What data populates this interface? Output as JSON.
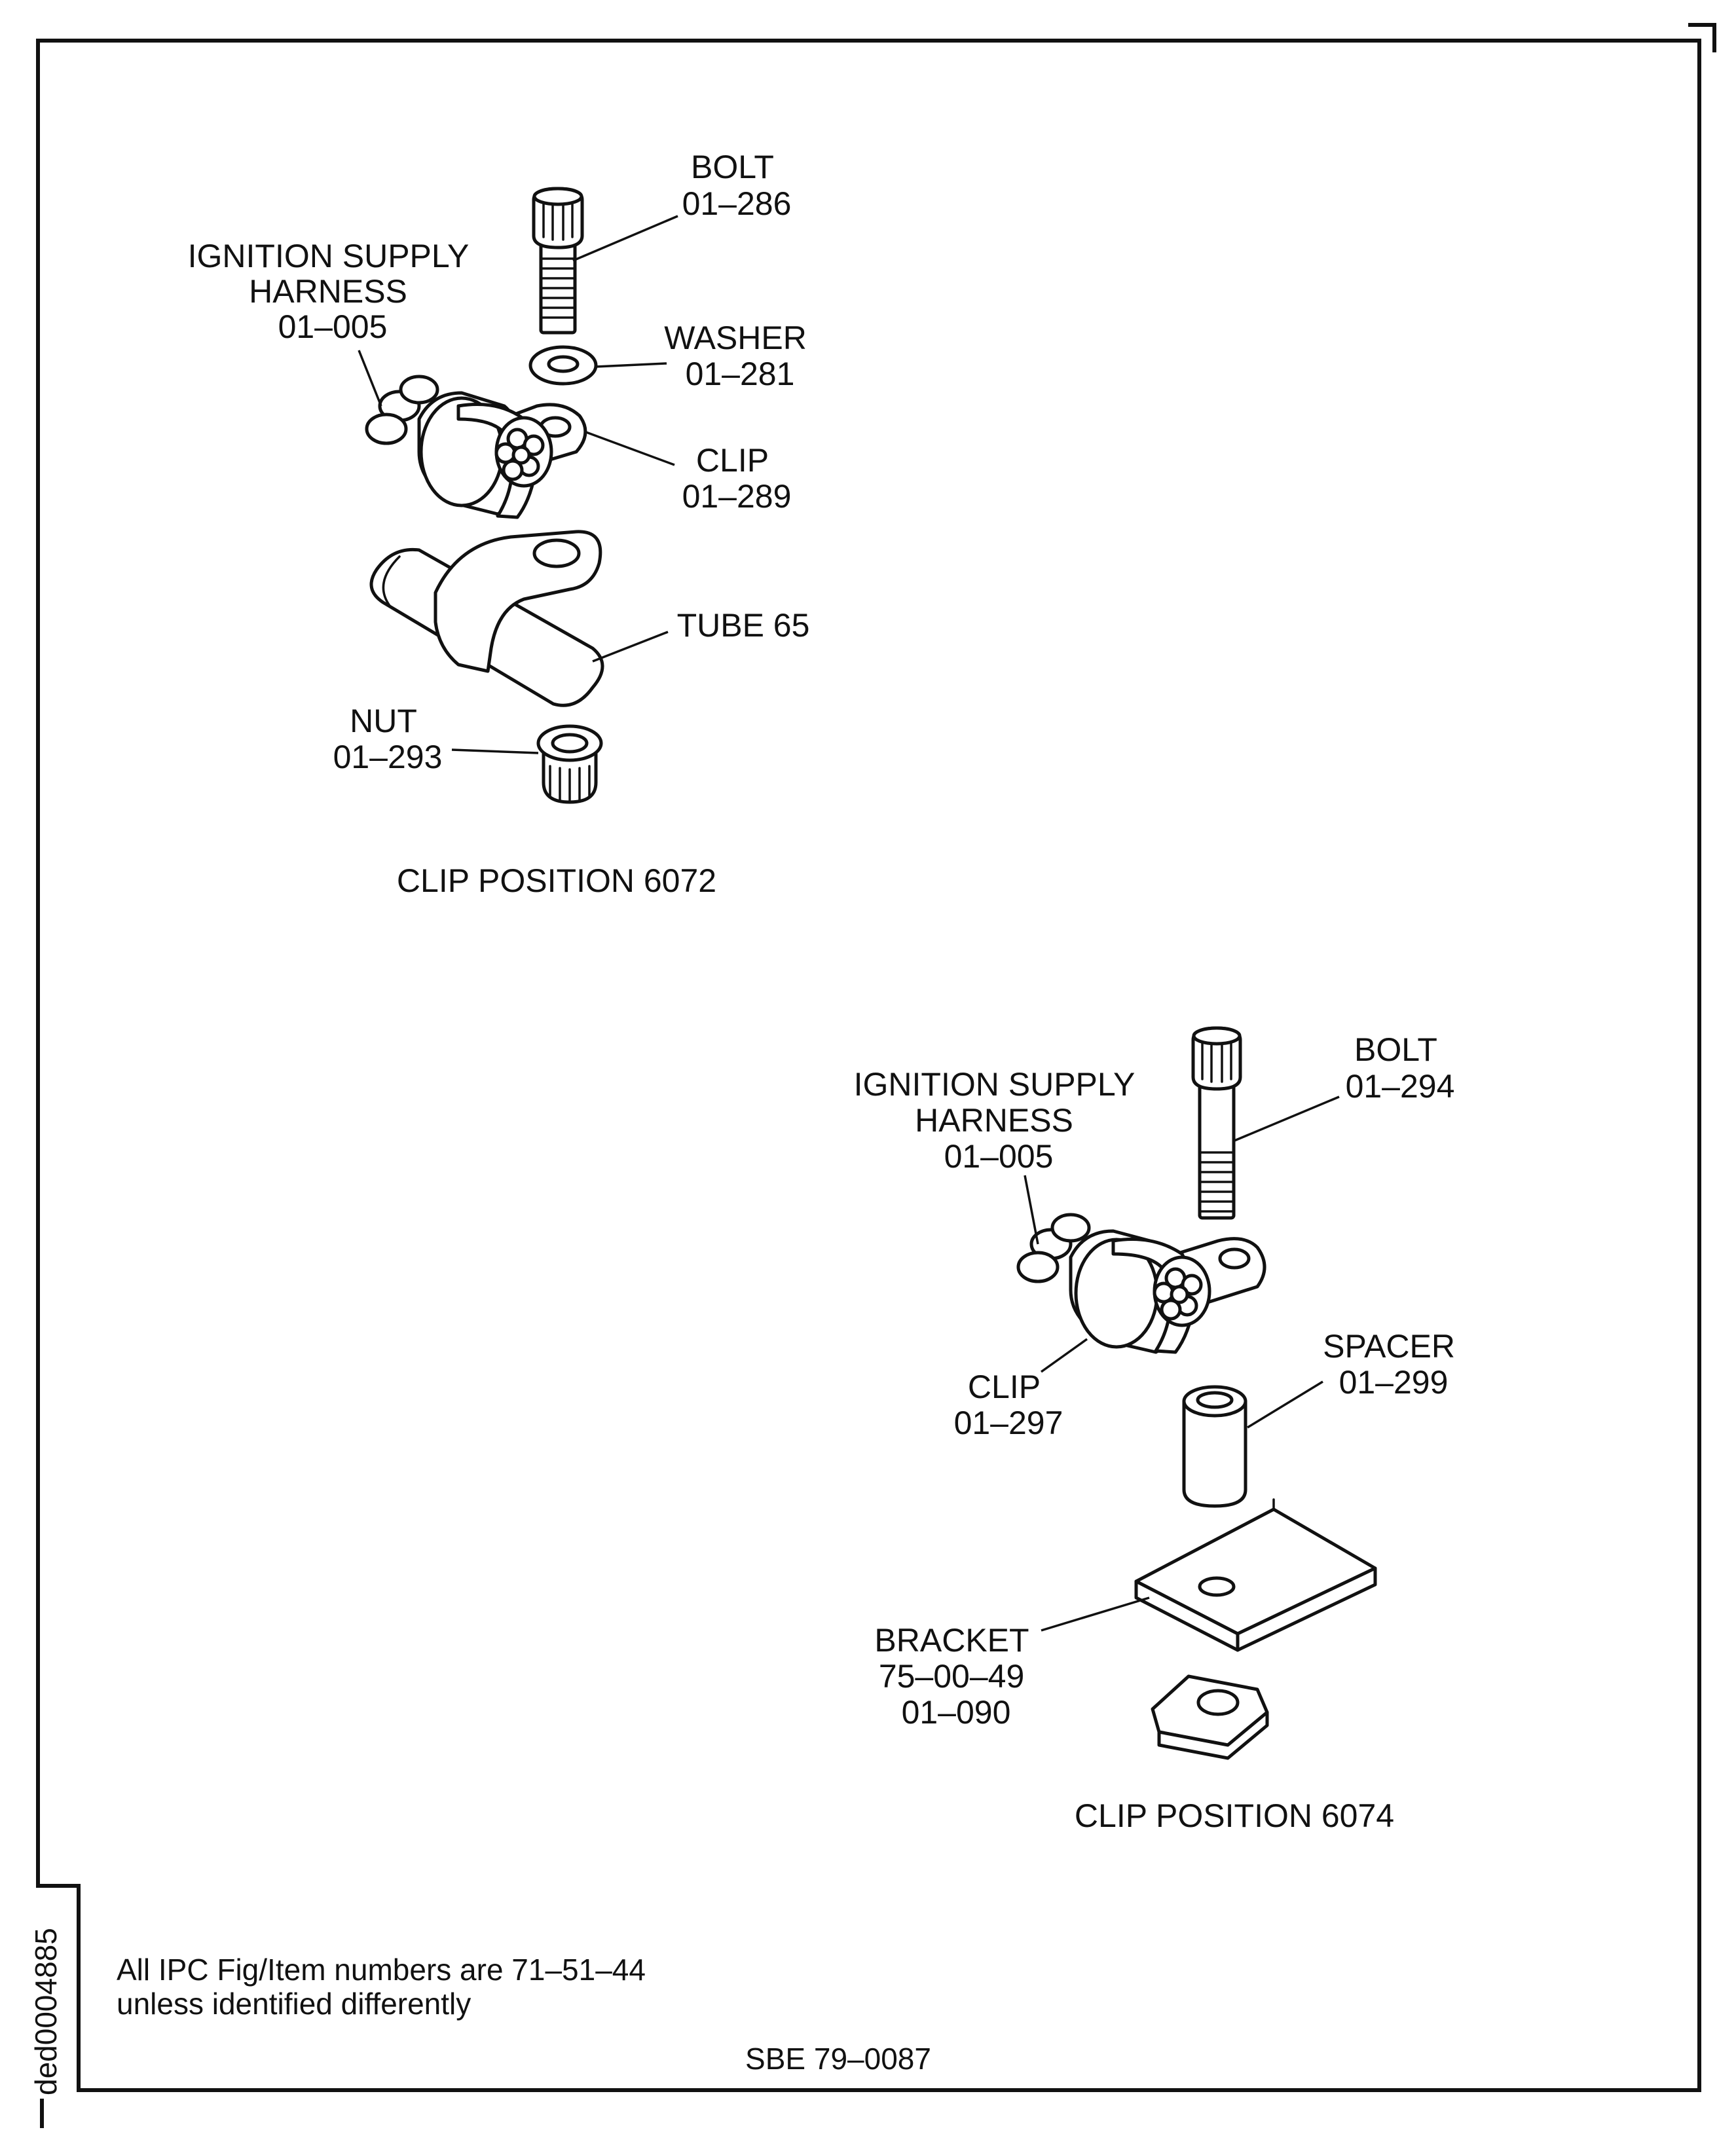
{
  "figure_id": "ded0004885",
  "views": [
    {
      "caption": "CLIP POSITION 6072",
      "labels": {
        "bolt": [
          "BOLT",
          "01–286"
        ],
        "harness": [
          "IGNITION SUPPLY",
          "HARNESS",
          "01–005"
        ],
        "washer": [
          "WASHER",
          "01–281"
        ],
        "clip": [
          "CLIP",
          "01–289"
        ],
        "tube": [
          "TUBE 65"
        ],
        "nut": [
          "NUT",
          "01–293"
        ]
      }
    },
    {
      "caption": "CLIP POSITION 6074",
      "labels": {
        "bolt": [
          "BOLT",
          "01–294"
        ],
        "harness": [
          "IGNITION SUPPLY",
          "HARNESS",
          "01–005"
        ],
        "spacer": [
          "SPACER",
          "01–299"
        ],
        "clip": [
          "CLIP",
          "01–297"
        ],
        "bracket": [
          "BRACKET",
          "75–00–49",
          "01–090"
        ]
      }
    }
  ],
  "note": [
    "All IPC Fig/Item numbers are 71–51–44",
    "unless identified differently"
  ],
  "document_ref": "SBE 79–0087"
}
